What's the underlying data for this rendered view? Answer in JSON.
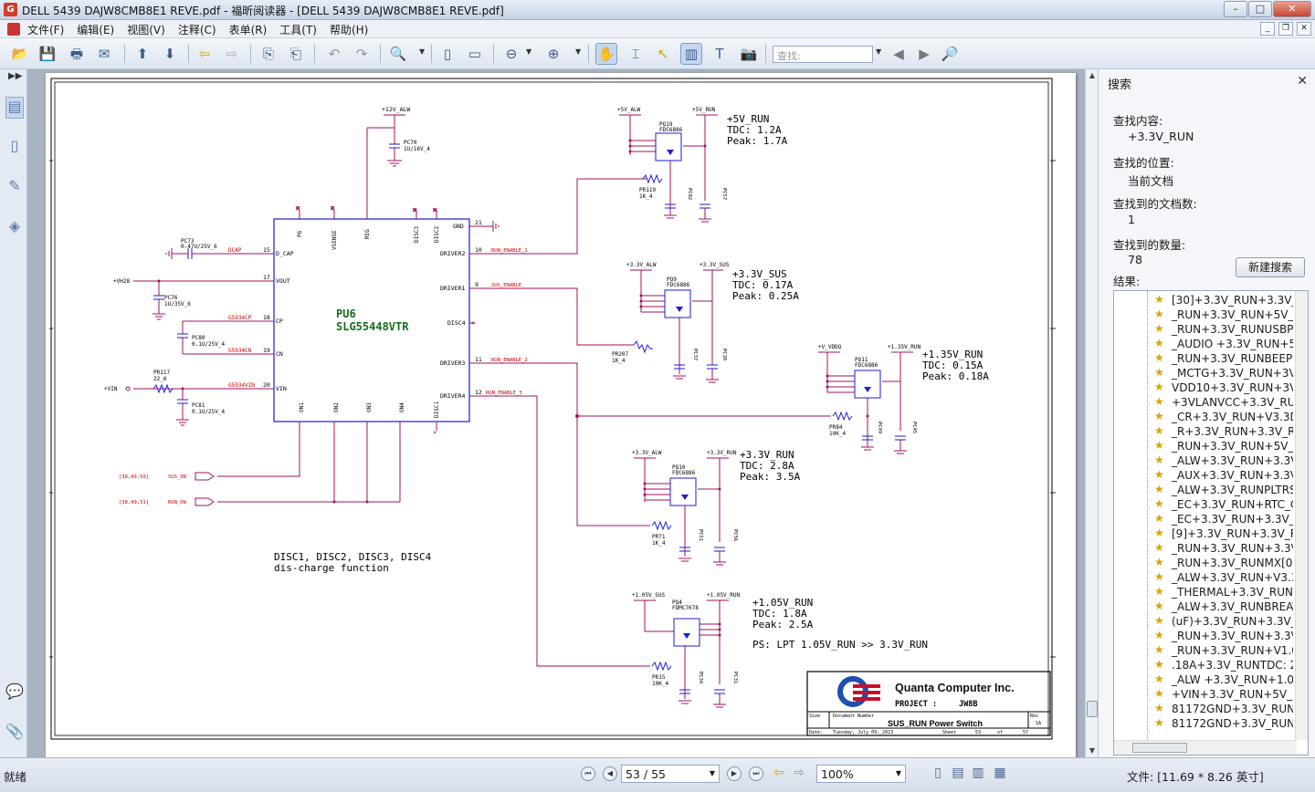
{
  "window": {
    "title": "DELL 5439 DAJW8CMB8E1 REVE.pdf - 福昕阅读器 - [DELL 5439 DAJW8CMB8E1 REVE.pdf]",
    "minimize": "–",
    "maximize": "□",
    "close": "✕"
  },
  "menu": {
    "items": [
      "文件(F)",
      "编辑(E)",
      "视图(V)",
      "注释(C)",
      "表单(R)",
      "工具(T)",
      "帮助(H)"
    ],
    "mdi": [
      "_",
      "❐",
      "✕"
    ]
  },
  "toolbar": {
    "search_placeholder": "查找:",
    "icons": [
      "open-icon",
      "save-icon",
      "print-icon",
      "email-icon",
      "up-icon",
      "down-icon",
      "back-icon",
      "forward-icon",
      "extract-icon",
      "insert-icon",
      "undo-icon",
      "redo-icon",
      "zoom-icon",
      "fit-page-icon",
      "fit-width-icon",
      "zoom-out-icon",
      "zoom-in-icon",
      "hand-tool-icon",
      "select-text-icon",
      "select-icon",
      "typewriter-icon",
      "text-box-icon",
      "snapshot-icon",
      "find-prev-icon",
      "find-next-icon",
      "find-icon"
    ]
  },
  "left_rail": {
    "collapse": "▶▶"
  },
  "schematic": {
    "ic_ref": "PU6",
    "ic_part": "SLG55448VTR",
    "pins_top": [
      "PG",
      "VSENSE",
      "REG",
      "DISC3",
      "DISC2"
    ],
    "pins_left": [
      {
        "num": "15",
        "name": "D_CAP"
      },
      {
        "num": "17",
        "name": "VOUT"
      },
      {
        "num": "18",
        "name": "CP"
      },
      {
        "num": "19",
        "name": "CN"
      },
      {
        "num": "20",
        "name": "VIN"
      }
    ],
    "pins_right": [
      {
        "num": "21",
        "name": "GND"
      },
      {
        "num": "10",
        "name": "DRIVER2"
      },
      {
        "num": "9",
        "name": "DRIVER1"
      },
      {
        "num": "",
        "name": "DISC4"
      },
      {
        "num": "11",
        "name": "DRIVER3"
      },
      {
        "num": "12",
        "name": "DRIVER4"
      }
    ],
    "pins_bottom": [
      "ON1",
      "ON2",
      "ON3",
      "ON4",
      "DISC1"
    ],
    "nets": {
      "v12_alw": "+12V_ALW",
      "pc70": "PC70",
      "pc70_val": "1U/16V_4",
      "pc73": "PC73",
      "pc73_val": "0.47U/25V_6",
      "dcap": "DCAP",
      "vh28": "+VH28",
      "pc76": "PC76",
      "pc76_val": "1U/35V_6",
      "g5934cp": "G5934CP",
      "pc80": "PC80",
      "pc80_val": "0.1U/25V_4",
      "g5934cn": "G5934CN",
      "vin": "+VIN",
      "pr117": "PR117",
      "pr117_val": "22_6",
      "g5934vin": "G5934VIN",
      "pc81": "PC81",
      "pc81_val": "0.1U/25V_4",
      "run_enable_1": "RUN_ENABLE_1",
      "sus_enable": "SUS_ENABLE",
      "run_enable_2": "RUN_ENABLE_2",
      "run_enable_3": "RUN_ENABLE_3",
      "sus_on_ref": "[38,49,50]",
      "sus_on": "SUS_ON",
      "run_on_ref": "[38,49,51]",
      "run_on": "RUN_ON"
    },
    "note_line1": "DISC1, DISC2, DISC3, DISC4",
    "note_line2": "dis-charge function",
    "rails": [
      {
        "name": "+5V_RUN",
        "tdc": "TDC: 1.2A",
        "peak": "Peak: 1.7A",
        "in": "+5V_ALW",
        "out": "+5V_RUN",
        "fet": "PQ19",
        "fet_part": "FDC6886",
        "res": "PR119",
        "res_val": "1K_4",
        "c1": "PC82",
        "c2": "PC57"
      },
      {
        "name": "+3.3V_SUS",
        "tdc": "TDC: 0.17A",
        "peak": "Peak: 0.25A",
        "in": "+3.3V_ALW",
        "out": "+3.3V_SUS",
        "fet": "PQ9",
        "fet_part": "FDC6886",
        "res": "PR207",
        "res_val": "1K_4",
        "c1": "PC37",
        "c2": "PC38"
      },
      {
        "name": "+1.35V_RUN",
        "tdc": "TDC: 0.15A",
        "peak": "Peak: 0.18A",
        "in": "+V_VDDQ",
        "out": "+1.35V_RUN",
        "fet": "PQ11",
        "fet_part": "FDC6886",
        "res": "PR84",
        "res_val": "10K_4",
        "c1": "PC49",
        "c2": "PC45"
      },
      {
        "name": "+3.3V_RUN",
        "tdc": "TDC: 2.8A",
        "peak": "Peak: 3.5A",
        "in": "+3.3V_ALW",
        "out": "+3.3V_RUN",
        "fet": "PQ10",
        "fet_part": "FDC6886",
        "res": "PR71",
        "res_val": "1K_4",
        "c1": "PC51",
        "c2": "PC56"
      },
      {
        "name": "+1.05V_RUN",
        "tdc": "TDC: 1.8A",
        "peak": "Peak: 2.5A",
        "in": "+1.05V_SUS",
        "out": "+1.05V_RUN",
        "fet": "PQ4",
        "fet_part": "FDMC7678",
        "res": "PR15",
        "res_val": "10K_4",
        "c1": "PC34",
        "c2": "PC31"
      }
    ],
    "ps_note": "PS: LPT 1.05V_RUN >> 3.3V_RUN",
    "title_block": {
      "company": "Quanta Computer Inc.",
      "project_label": "PROJECT :",
      "project": "JW8B",
      "size_label": "Size",
      "doc_label": "Document Number",
      "rev_label": "Rev",
      "rev": "1A",
      "doc": "SUS_RUN Power Switch",
      "date_label": "Date:",
      "date": "Tuesday, July 09, 2013",
      "sheet_label": "Sheet",
      "sheet": "53",
      "of_label": "of",
      "of": "57"
    }
  },
  "search_panel": {
    "title": "搜索",
    "close": "✕",
    "find_label": "查找内容:",
    "find_value": "+3.3V_RUN",
    "where_label": "查找的位置:",
    "where_value": "当前文档",
    "docs_label": "查找到的文档数:",
    "docs_value": "1",
    "count_label": "查找到的数量:",
    "count_value": "78",
    "new_search": "新建搜索",
    "results_label": "结果:",
    "results": [
      "[30]+3.3V_RUN+3.3V_",
      "_RUN+3.3V_RUN+5V_R",
      "_RUN+3.3V_RUNUSBP4",
      "_AUDIO +3.3V_RUN+5V",
      "_RUN+3.3V_RUNBEEP [",
      "_MCTG+3.3V_RUN+3VL",
      "VDD10+3.3V_RUN+3VL",
      "+3VLANVCC+3.3V_RUN",
      "_CR+3.3V_RUN+V3.3D",
      "_R+3.3V_RUN+3.3V_RU",
      "_RUN+3.3V_RUN+5V_R",
      "_ALW+3.3V_RUN+3.3V",
      "_AUX+3.3V_RUN+3.3V",
      "_ALW+3.3V_RUNPLTRS",
      "_EC+3.3V_RUN+RTC_C",
      "_EC+3.3V_RUN+3.3V_E",
      "[9]+3.3V_RUN+3.3V_R",
      "_RUN+3.3V_RUN+3.3V",
      "_RUN+3.3V_RUNMX[0..",
      "_ALW+3.3V_RUN+V3.3",
      "_THERMAL+3.3V_RUN+",
      "_ALW+3.3V_RUNBREAT",
      "(uF)+3.3V_RUN+3.3V_",
      "_RUN+3.3V_RUN+3.3V",
      "_RUN+3.3V_RUN+V1.0",
      ".18A+3.3V_RUNTDC: 2",
      "_ALW +3.3V_RUN+1.05",
      "+VIN+3.3V_RUN+5V_R",
      "81172GND+3.3V_RUN+",
      "81172GND+3.3V_RUN+"
    ]
  },
  "status": {
    "ready": "就绪",
    "page": "53 / 55",
    "zoom": "100%",
    "file_info": "文件: [11.69 * 8.26 英寸]"
  }
}
